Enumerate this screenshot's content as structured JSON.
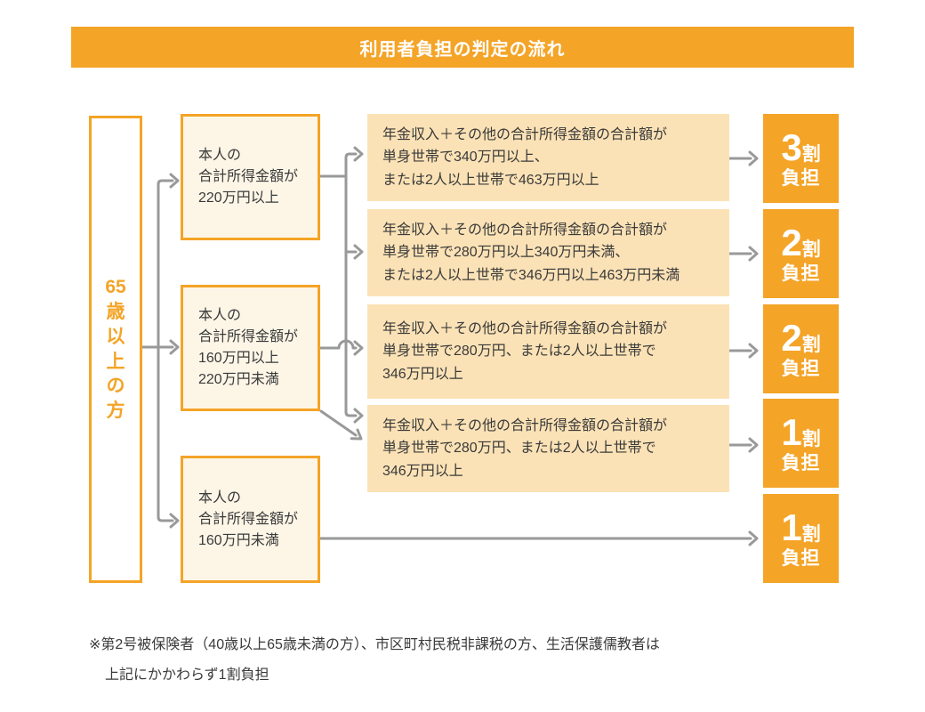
{
  "colors": {
    "orange": "#F4A427",
    "peach": "#FBE2B6",
    "cream": "#FDF6E7",
    "connector_gray": "#999999",
    "text_dark": "#3A3A3A",
    "header_text": "#FFFFFF"
  },
  "header": {
    "title": "利用者負担の判定の流れ"
  },
  "flow": {
    "age_box": {
      "label": "65歳以上の方"
    },
    "income_boxes": [
      {
        "lines": [
          "本人の",
          "合計所得金額が",
          "220万円以上"
        ]
      },
      {
        "lines": [
          "本人の",
          "合計所得金額が",
          "160万円以上",
          "220万円未満"
        ]
      },
      {
        "lines": [
          "本人の",
          "合計所得金額が",
          "160万円未満"
        ]
      }
    ],
    "condition_boxes": [
      {
        "lines": [
          "年金収入＋その他の合計所得金額の合計額が",
          "単身世帯で340万円以上、",
          "または2人以上世帯で463万円以上"
        ]
      },
      {
        "lines": [
          "年金収入＋その他の合計所得金額の合計額が",
          "単身世帯で280万円以上340万円未満、",
          "または2人以上世帯で346万円以上463万円未満"
        ]
      },
      {
        "lines": [
          "年金収入＋その他の合計所得金額の合計額が",
          "単身世帯で280万円、または2人以上世帯で",
          "346万円以上"
        ]
      },
      {
        "lines": [
          "年金収入＋その他の合計所得金額の合計額が",
          "単身世帯で280万円、または2人以上世帯で",
          "346万円以上"
        ]
      }
    ],
    "result_boxes": [
      {
        "number": "3",
        "unit": "割",
        "line2": "負担"
      },
      {
        "number": "2",
        "unit": "割",
        "line2": "負担"
      },
      {
        "number": "2",
        "unit": "割",
        "line2": "負担"
      },
      {
        "number": "1",
        "unit": "割",
        "line2": "負担"
      },
      {
        "number": "1",
        "unit": "割",
        "line2": "負担"
      }
    ]
  },
  "footnote": {
    "line1": "※第2号被保険者（40歳以上65歳未満の方）、市区町村民税非課税の方、生活保護儒教者は",
    "line2": "上記にかかわらず1割負担"
  }
}
